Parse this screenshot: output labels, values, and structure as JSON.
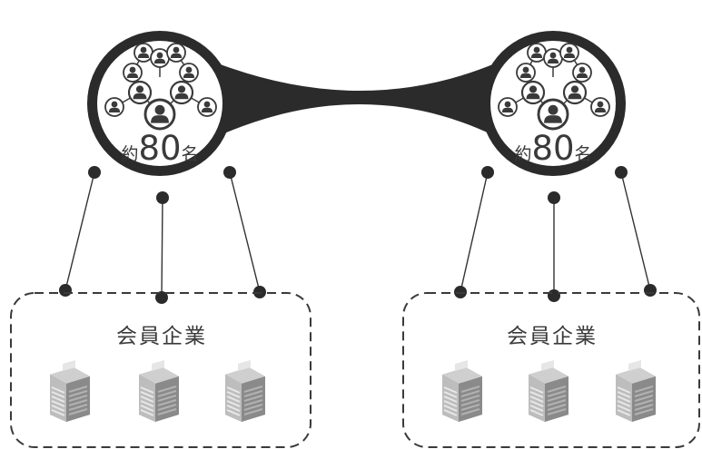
{
  "groups": [
    {
      "count": {
        "prefix": "約",
        "number": "80",
        "suffix": "名"
      },
      "members_title": "会員企業"
    },
    {
      "count": {
        "prefix": "約",
        "number": "80",
        "suffix": "名"
      },
      "members_title": "会員企業"
    }
  ],
  "colors": {
    "ring": "#2b2b2b",
    "line": "#333333",
    "dash": "#3a3a3a",
    "text": "#3a3a3a"
  },
  "icons": {
    "person": "person-icon",
    "building": "office-building-icon"
  }
}
